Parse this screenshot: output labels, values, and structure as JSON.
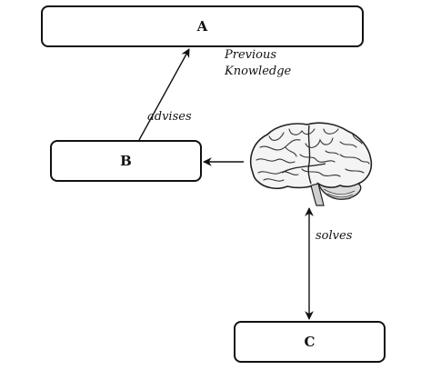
{
  "nodes": {
    "a": {
      "label": "A"
    },
    "b": {
      "label": "B"
    },
    "c": {
      "label": "C"
    }
  },
  "edges": {
    "knowledge": {
      "line1": "Previous",
      "line2": "Knowledge"
    },
    "advises": {
      "label": "advises"
    },
    "solves": {
      "label": "solves"
    }
  },
  "image": {
    "subject": "brain-illustration"
  },
  "colors": {
    "stroke": "#111111",
    "background": "#ffffff"
  }
}
